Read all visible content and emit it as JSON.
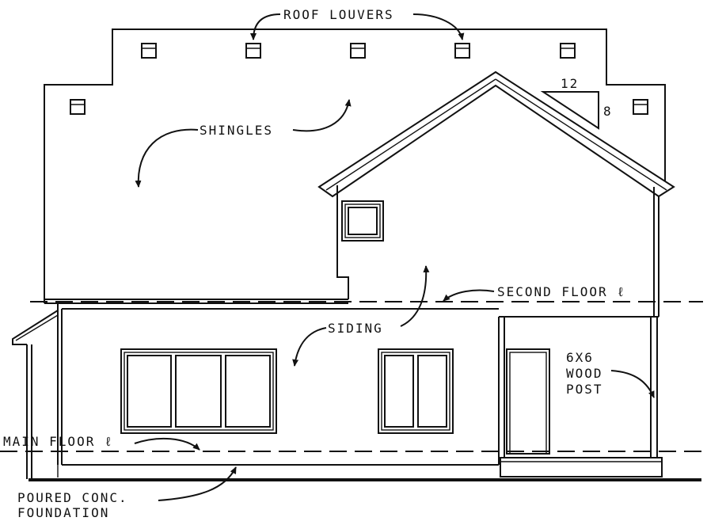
{
  "labels": {
    "roof_louvers": "ROOF LOUVERS",
    "shingles": "SHINGLES",
    "siding": "SIDING",
    "second_floor": "SECOND FLOOR ℓ",
    "main_floor": "MAIN FLOOR ℓ",
    "post_line1": "6X6",
    "post_line2": "WOOD",
    "post_line3": "POST",
    "foundation_line1": "POURED CONC.",
    "foundation_line2": "FOUNDATION",
    "pitch_run": "12",
    "pitch_rise": "8"
  }
}
